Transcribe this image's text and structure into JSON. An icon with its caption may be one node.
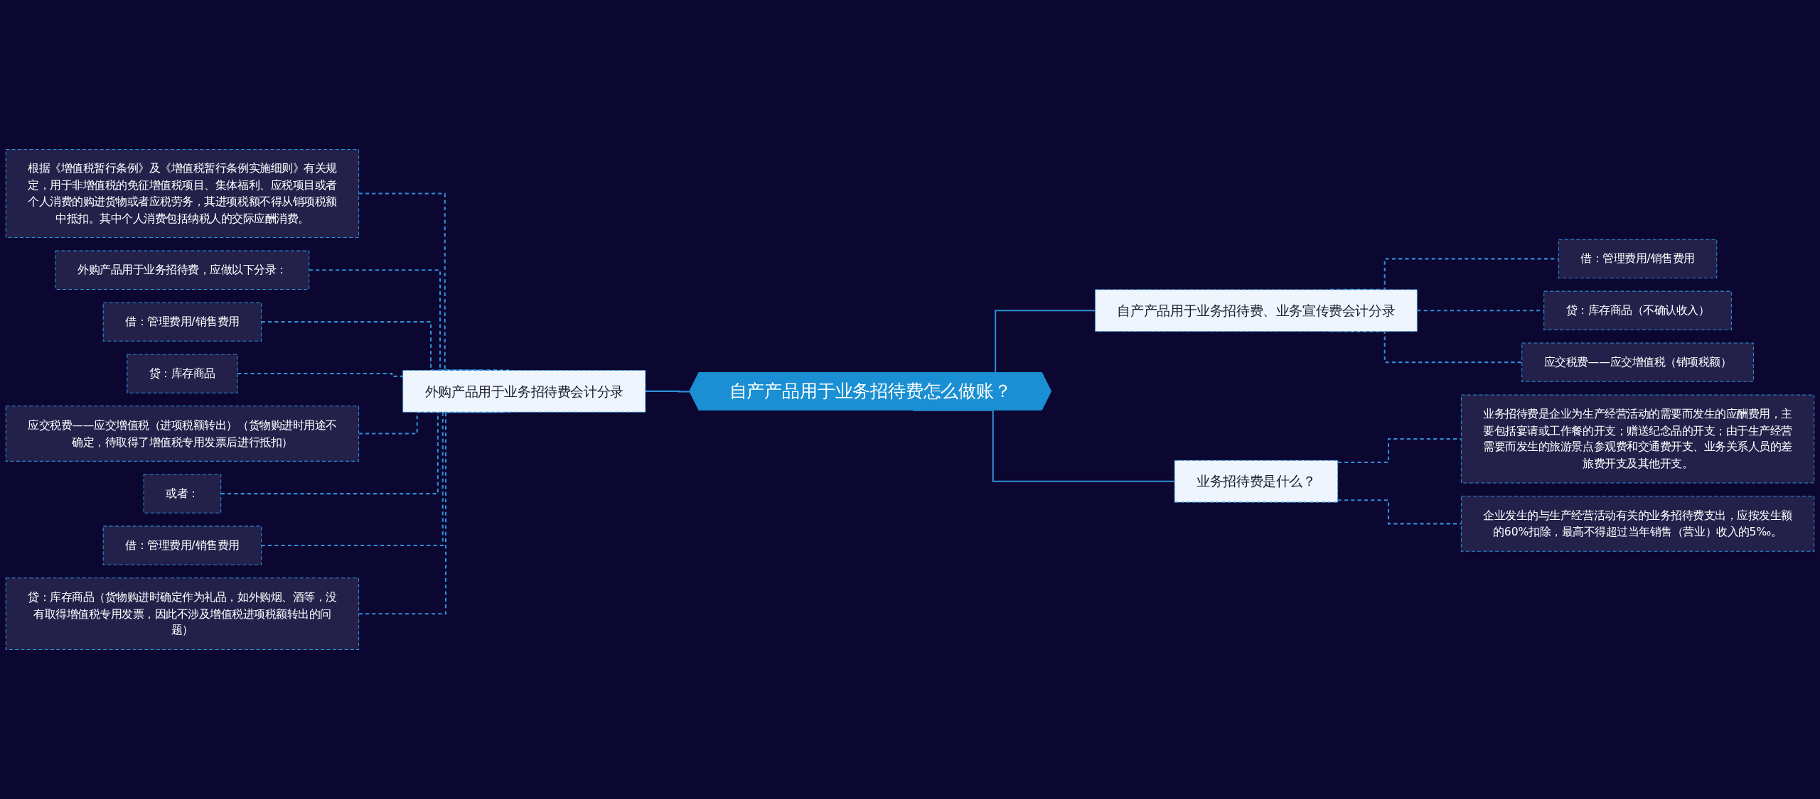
{
  "diagram": {
    "nodes": [
      {
        "text": [
          "自产产品用于业务招待费怎么做账？"
        ]
      },
      {
        "text": [
          "外购产品用于业务招待费会计分录"
        ]
      },
      {
        "text": [
          "根据《增值税暂行条例》及《增值税暂行条例实施细则》有关规定，用于非增值税的免征增值税项目、集体福利、应税项目或者个人消费的购进货物或者应税劳务，其进项税额不得从销项税额中抵扣。其中个人消费包括纳税人的交际应酬消费。"
        ]
      },
      {
        "text": [
          "外购产品用于业务招待费，应做以下分录："
        ]
      },
      {
        "text": [
          "借：管理费用/销售费用"
        ]
      },
      {
        "text": [
          "贷：库存商品"
        ]
      },
      {
        "text": [
          "应交税费——应交增值税（进项税额转出）（货物购进时用途不确定，待取得了增值税专用发票后进行抵扣）"
        ]
      },
      {
        "text": [
          "或者："
        ]
      },
      {
        "text": [
          "借：管理费用/销售费用"
        ]
      },
      {
        "text": [
          "贷：库存商品（货物购进时确定作为礼品，如外购烟、酒等，没有取得增值税专用发票，因此不涉及增值税进项税额转出的问题）"
        ]
      },
      {
        "text": [
          "自产产品用于业务招待费、业务宣传费会计分录"
        ]
      },
      {
        "text": [
          "借：管理费用/销售费用"
        ]
      },
      {
        "text": [
          "贷：库存商品（不确认收入）"
        ]
      },
      {
        "text": [
          "应交税费——应交增值税（销项税额）"
        ]
      },
      {
        "text": [
          "业务招待费是什么？"
        ]
      },
      {
        "text": [
          "业务招待费是企业为生产经营活动的需要而发生的应酬费用，主要包括宴请或工作餐的开支；赠送纪念品的开支；由于生产经营需要而发生的旅游景点参观费和交通费开支、业务关系人员的差旅费开支及其他开支。"
        ]
      },
      {
        "text": [
          "企业发生的与生产经营活动有关的业务招待费支出，应按发生额的60%扣除，最高不得超过当年销售（营业）收入的5‰。"
        ]
      }
    ],
    "edges": [
      {
        "from": 0,
        "to": 1,
        "arrow": "none"
      },
      {
        "from": 1,
        "to": 2,
        "arrow": "none",
        "style": "dashed"
      },
      {
        "from": 1,
        "to": 3,
        "arrow": "none",
        "style": "dashed"
      },
      {
        "from": 1,
        "to": 4,
        "arrow": "none",
        "style": "dashed"
      },
      {
        "from": 1,
        "to": 5,
        "arrow": "none",
        "style": "dashed"
      },
      {
        "from": 1,
        "to": 6,
        "arrow": "none",
        "style": "dashed"
      },
      {
        "from": 1,
        "to": 7,
        "arrow": "none",
        "style": "dashed"
      },
      {
        "from": 1,
        "to": 8,
        "arrow": "none",
        "style": "dashed"
      },
      {
        "from": 1,
        "to": 9,
        "arrow": "none",
        "style": "dashed"
      },
      {
        "from": 0,
        "to": 10,
        "arrow": "none"
      },
      {
        "from": 10,
        "to": 11,
        "arrow": "none",
        "style": "dashed"
      },
      {
        "from": 10,
        "to": 12,
        "arrow": "none",
        "style": "dashed"
      },
      {
        "from": 10,
        "to": 13,
        "arrow": "none",
        "style": "dashed"
      },
      {
        "from": 0,
        "to": 14,
        "arrow": "none"
      },
      {
        "from": 14,
        "to": 15,
        "arrow": "none",
        "style": "dashed"
      },
      {
        "from": 14,
        "to": 16,
        "arrow": "none",
        "style": "dashed"
      }
    ]
  }
}
